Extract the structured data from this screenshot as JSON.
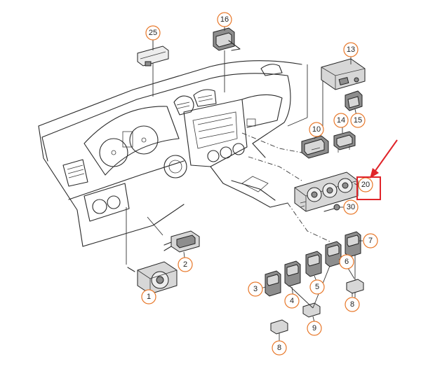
{
  "callouts": {
    "c25": "25",
    "c16": "16",
    "c13": "13",
    "c10": "10",
    "c14": "14",
    "c15": "15",
    "c20": "20",
    "c30": "30",
    "c7": "7",
    "c6": "6",
    "c5": "5",
    "c4": "4",
    "c3": "3",
    "c2": "2",
    "c1": "1",
    "c9": "9",
    "c8a": "8",
    "c8b": "8"
  },
  "highlight": {
    "arrow_color": "#e0242a",
    "box_color": "#e0242a",
    "target_part": "20"
  },
  "colors": {
    "callout_ring": "#e8782a",
    "line": "#2a2a2a"
  }
}
